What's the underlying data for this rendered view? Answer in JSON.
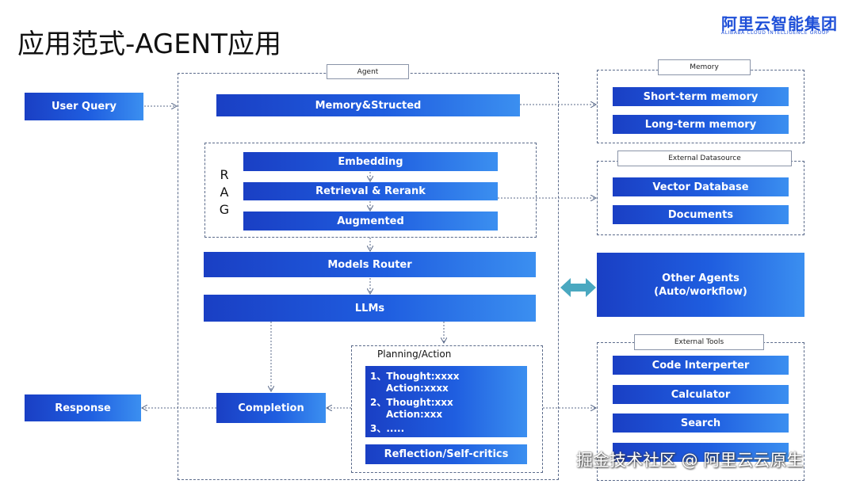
{
  "title": "应用范式-AGENT应用",
  "logo": {
    "cn": "阿里云智能集团",
    "en": "ALIBABA CLOUD INTELLIGENCE GROUP"
  },
  "agent_label": "Agent",
  "user_query": "User Query",
  "response": "Response",
  "memory_structed": "Memory&Structed",
  "rag_letters": [
    "R",
    "A",
    "G"
  ],
  "rag_steps": [
    "Embedding",
    "Retrieval & Rerank",
    "Augmented"
  ],
  "models_router": "Models Router",
  "llms": "LLMs",
  "completion": "Completion",
  "planning": {
    "title": "Planning/Action",
    "lines": [
      "1、Thought:xxxx",
      "Action:xxxx",
      "2、Thought:xxx",
      "Action:xxx",
      "3、....."
    ],
    "reflection": "Reflection/Self-critics"
  },
  "memory": {
    "label": "Memory",
    "items": [
      "Short-term memory",
      "Long-term memory"
    ]
  },
  "external_datasource": {
    "label": "External Datasource",
    "items": [
      "Vector Database",
      "Documents"
    ]
  },
  "other_agents": [
    "Other Agents",
    "(Auto/workflow)"
  ],
  "external_tools": {
    "label": "External Tools",
    "items": [
      "Code Interperter",
      "Calculator",
      "Search"
    ]
  },
  "watermark": "掘金技术社区 @ 阿里云云原生",
  "colors": {
    "accent": "#1f5ee0",
    "dark": "#1a3fc4",
    "light": "#3b8ff0",
    "arrow_teal": "#4aa8c0"
  }
}
